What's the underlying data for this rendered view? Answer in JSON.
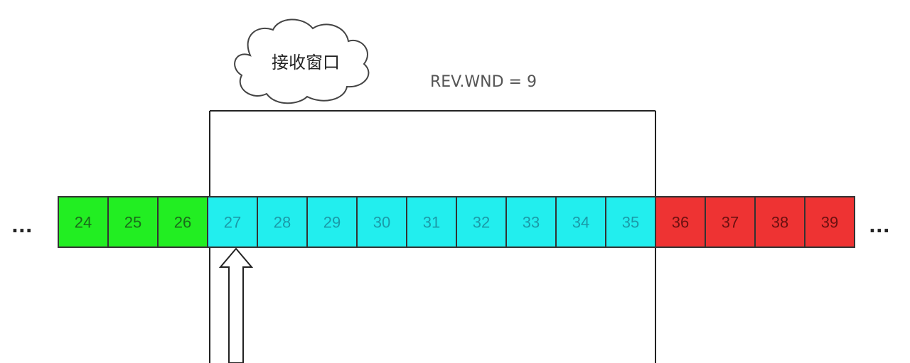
{
  "cloud_label": "接收窗口",
  "window_label": "REV.WND = 9",
  "left_ellipsis": "...",
  "right_ellipsis": "...",
  "colors": {
    "acked": "#22ee22",
    "window": "#22eeee",
    "beyond": "#ee3333",
    "border": "#333333"
  },
  "cells": [
    {
      "num": "24",
      "state": "acked"
    },
    {
      "num": "25",
      "state": "acked"
    },
    {
      "num": "26",
      "state": "acked"
    },
    {
      "num": "27",
      "state": "window"
    },
    {
      "num": "28",
      "state": "window"
    },
    {
      "num": "29",
      "state": "window"
    },
    {
      "num": "30",
      "state": "window"
    },
    {
      "num": "31",
      "state": "window"
    },
    {
      "num": "32",
      "state": "window"
    },
    {
      "num": "33",
      "state": "window"
    },
    {
      "num": "34",
      "state": "window"
    },
    {
      "num": "35",
      "state": "window"
    },
    {
      "num": "36",
      "state": "beyond"
    },
    {
      "num": "37",
      "state": "beyond"
    },
    {
      "num": "38",
      "state": "beyond"
    },
    {
      "num": "39",
      "state": "beyond"
    }
  ]
}
